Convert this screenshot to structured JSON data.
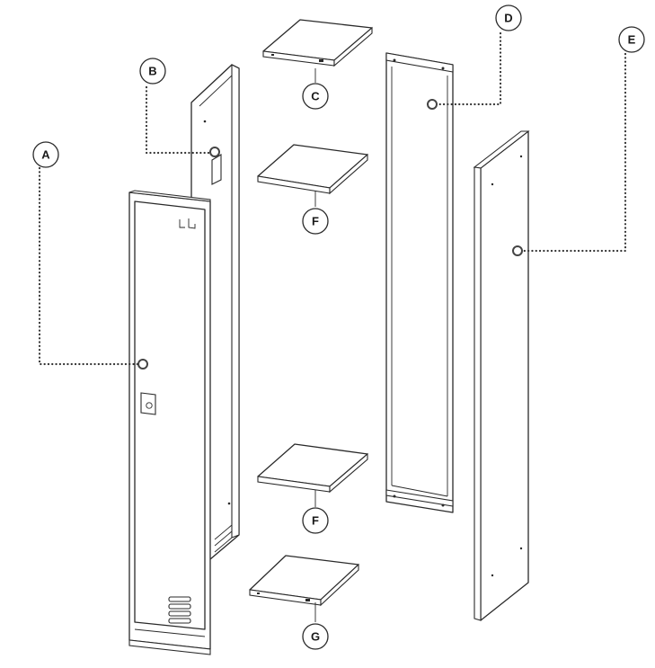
{
  "callouts": {
    "a": "A",
    "b": "B",
    "c": "C",
    "d": "D",
    "e": "E",
    "f_upper": "F",
    "f_lower": "F",
    "g": "G"
  },
  "parts": [
    {
      "id": "A",
      "description": "door"
    },
    {
      "id": "B",
      "description": "side-panel"
    },
    {
      "id": "C",
      "description": "top-shelf"
    },
    {
      "id": "D",
      "description": "back-panel"
    },
    {
      "id": "E",
      "description": "side-panel"
    },
    {
      "id": "F",
      "description": "shelf"
    },
    {
      "id": "G",
      "description": "bottom-shelf"
    }
  ],
  "colors": {
    "line": "#2a2a2a",
    "background": "#ffffff"
  }
}
